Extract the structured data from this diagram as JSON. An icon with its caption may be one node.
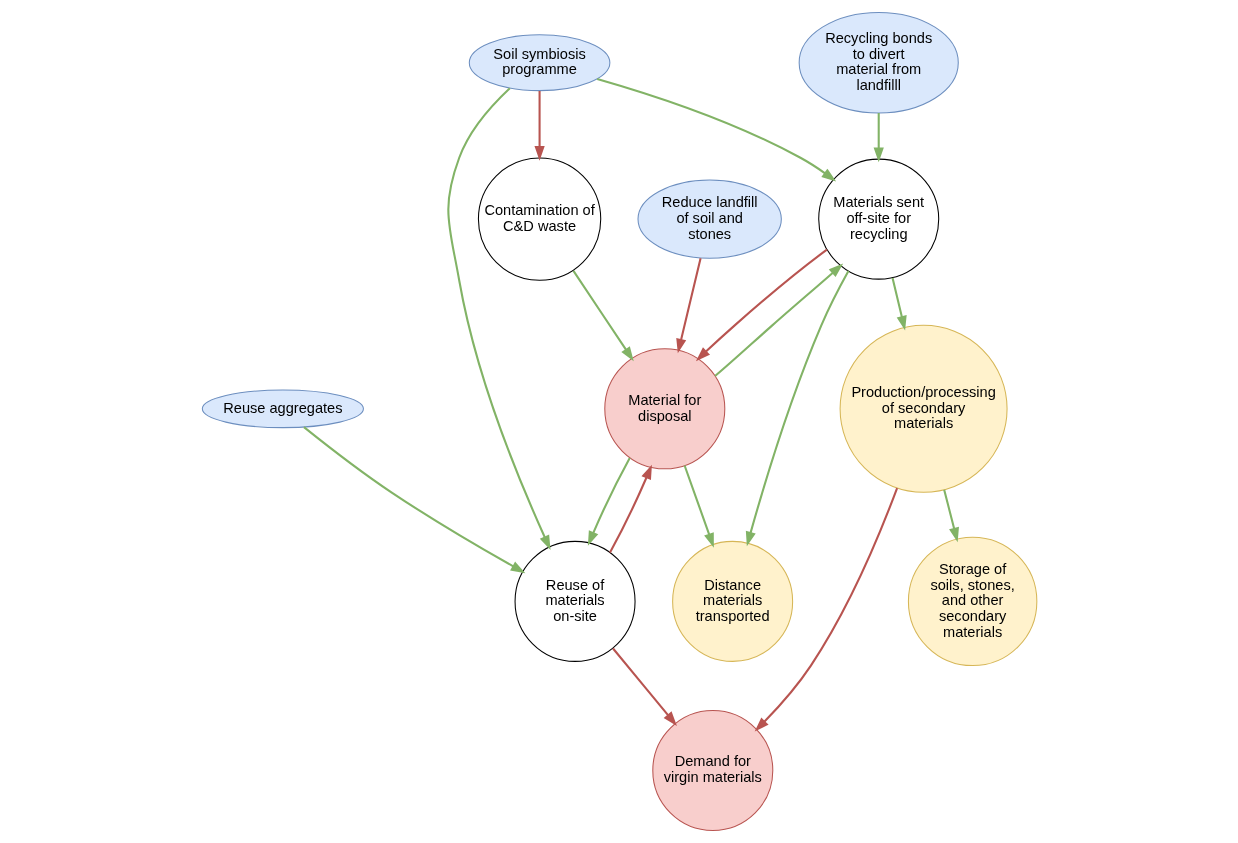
{
  "diagram": {
    "nodes": [
      {
        "text": [
          "Demand for virgin materials"
        ]
      },
      {
        "text": [
          "Production/processing of secondary materials"
        ]
      },
      {
        "text": [
          "Storage of soils, stones, and other secondary materials"
        ]
      },
      {
        "text": [
          "Recycling bonds to divert material from landfilll"
        ]
      },
      {
        "text": [
          "Reuse aggregates"
        ]
      },
      {
        "text": [
          "Reuse of materials on-site"
        ]
      },
      {
        "text": [
          "Materials sent off-site for recycling"
        ]
      },
      {
        "text": [
          "Soil symbiosis programme"
        ]
      },
      {
        "text": [
          "Reduce landfill of soil and stones"
        ]
      },
      {
        "text": [
          "Material for disposal"
        ]
      },
      {
        "text": [
          "Distance materials transported"
        ]
      },
      {
        "text": [
          "Contamination of C&D waste"
        ]
      }
    ],
    "edges": [
      {
        "from": 1,
        "to": 0,
        "arrow": "to",
        "color": "#b85450"
      },
      {
        "from": 1,
        "to": 2,
        "arrow": "to"
      },
      {
        "from": 5,
        "to": 0,
        "arrow": "to",
        "color": "#b85450"
      },
      {
        "from": 6,
        "to": 1,
        "arrow": "to"
      },
      {
        "from": 3,
        "to": 6,
        "arrow": "to"
      },
      {
        "from": 7,
        "to": 5,
        "arrow": "to"
      },
      {
        "from": 7,
        "to": 6,
        "arrow": "to"
      },
      {
        "from": 4,
        "to": 5,
        "arrow": "to"
      },
      {
        "from": 5,
        "to": 9,
        "arrow": "to",
        "color": "#b85450"
      },
      {
        "from": 9,
        "to": 5,
        "arrow": "to"
      },
      {
        "from": 9,
        "to": 6,
        "arrow": "to"
      },
      {
        "from": 6,
        "to": 9,
        "arrow": "to",
        "color": "#b85450"
      },
      {
        "from": 6,
        "to": 10,
        "arrow": "to"
      },
      {
        "from": 8,
        "to": 9,
        "arrow": "to",
        "color": "#b85450"
      },
      {
        "from": 9,
        "to": 10,
        "arrow": "to"
      },
      {
        "from": 7,
        "to": 11,
        "arrow": "to",
        "color": "#b85450"
      },
      {
        "from": 11,
        "to": 9,
        "arrow": "to"
      }
    ]
  }
}
